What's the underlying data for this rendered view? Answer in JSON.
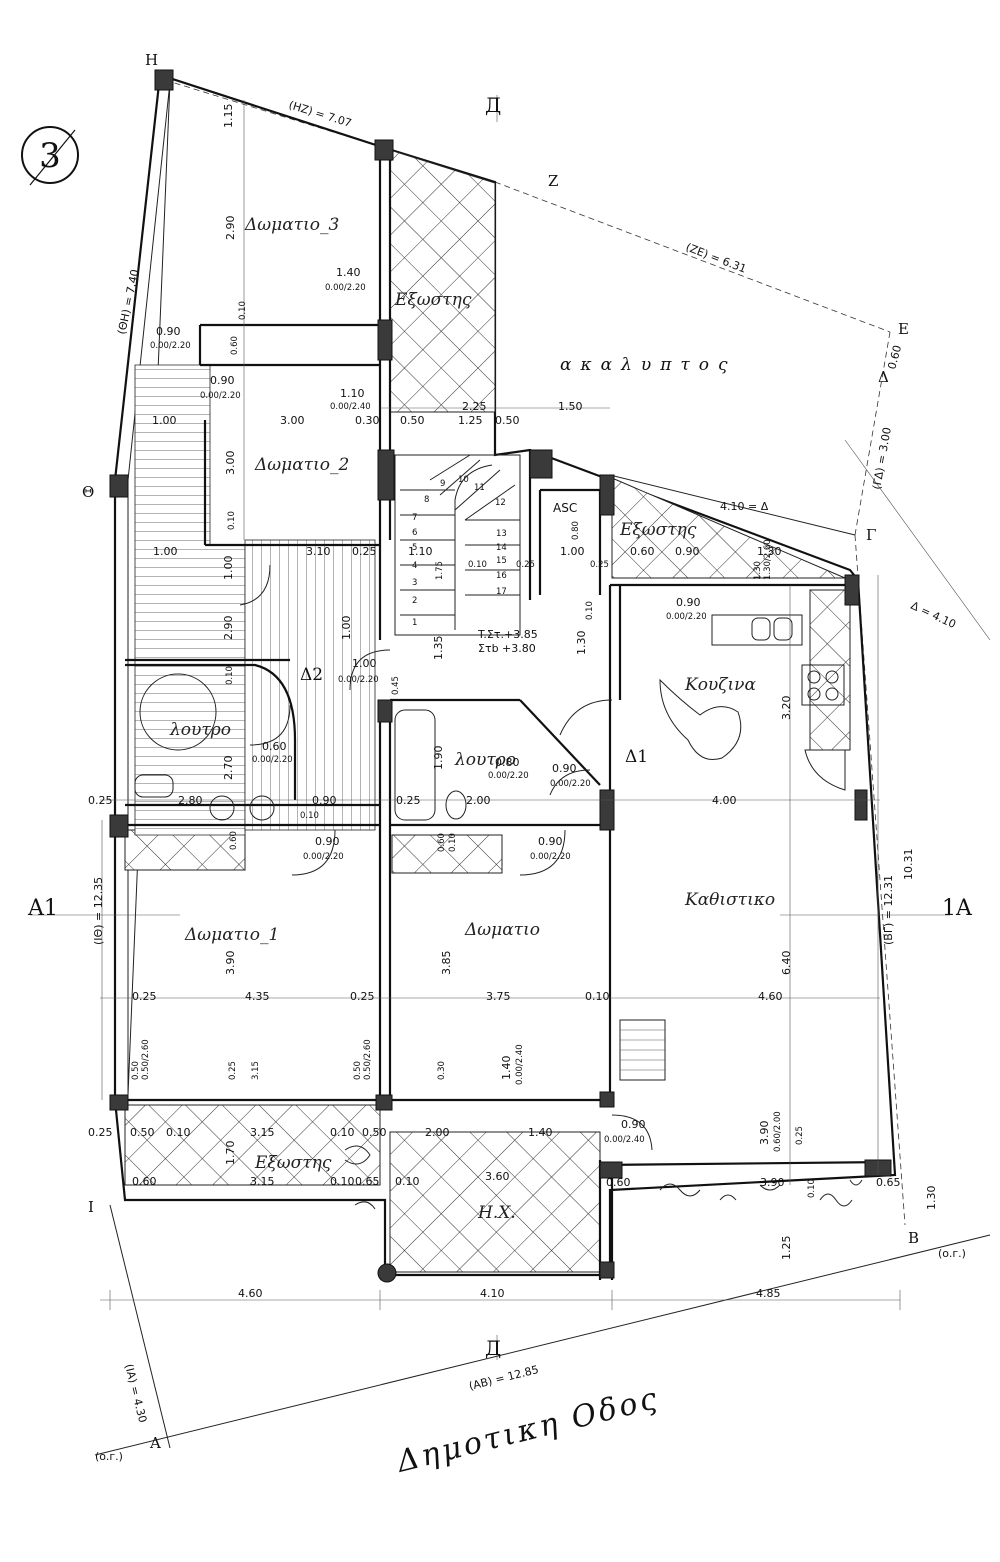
{
  "plan": {
    "sheet_number": "3",
    "street_name": "Δημοτικη Οδος",
    "open_area_label": "ακαλυπτος",
    "points": {
      "H": "H",
      "Z": "Z",
      "E": "E",
      "Delta": "Δ",
      "Gamma": "Γ",
      "B": "B",
      "A": "A",
      "I": "I",
      "Theta": "Θ",
      "oga_left": "(o.г.)",
      "oga_right": "(o.г.)"
    },
    "section_marks": {
      "A1_left": "A1",
      "A1_right": "1A",
      "D_top": "Д",
      "D_bottom": "Д"
    },
    "boundary_labels": {
      "HZ": "(HZ) = 7.07",
      "ZE": "(ZE) = 6.31",
      "ThetaH": "(ΘH) = 7.40",
      "GD": "(ΓΔ) = 3.00",
      "ED": "0.60",
      "IDelta": "(IΘ) = 12.35",
      "BG": "(BΓ) = 12.31",
      "AB": "(AB) = 12.85",
      "IA": "(IA) = 4.30",
      "D410_top": "4.10 = Δ",
      "D410_right": "Δ = 4.10",
      "B_offset": "1.30"
    },
    "rooms": [
      {
        "name": "Δωματιο_3"
      },
      {
        "name": "Δωματιο_2"
      },
      {
        "name": "Δωματιο_1"
      },
      {
        "name": "Δωματιο"
      },
      {
        "name": "λουτρο"
      },
      {
        "name": "λουτρο"
      },
      {
        "name": "Κουζινα"
      },
      {
        "name": "Καθιστικο"
      },
      {
        "name": "Εξωστης"
      },
      {
        "name": "Εξωστης"
      },
      {
        "name": "Εξωστης"
      },
      {
        "name": "H.X."
      },
      {
        "name": "ASC"
      },
      {
        "name": "Δ2"
      },
      {
        "name": "Δ1"
      }
    ],
    "level_marks": {
      "line1": "T.Στ.+3.85",
      "line2": "Στb +3.80"
    },
    "stair_steps": [
      "1",
      "2",
      "3",
      "4",
      "5",
      "6",
      "7",
      "8",
      "9",
      "10",
      "11",
      "12",
      "13",
      "14",
      "15",
      "16",
      "17"
    ],
    "dimensions": {
      "d_115": "1.15",
      "d_290": "2.90",
      "d_140a": "1.40",
      "d_000_220a": "0.00/2.20",
      "d_010a": "0.10",
      "d_090a": "0.90",
      "d_000_220b": "0.00/2.20",
      "d_060a": "0.60",
      "d_090b": "0.90",
      "d_000_220c": "0.00/2.20",
      "d_110a": "1.10",
      "d_000_240a": "0.00/2.40",
      "d_100a": "1.00",
      "d_300a": "3.00",
      "d_030a": "0.30",
      "d_050a": "0.50",
      "d_125a": "1.25",
      "d_050b": "0.50",
      "d_225": "2.25",
      "d_150": "1.50",
      "d_300b": "3.00",
      "d_010b": "0.10",
      "d_100b": "1.00",
      "d_310": "3.10",
      "d_025a": "0.25",
      "d_110b": "1.10",
      "d_010c": "0.10",
      "d_025b": "0.25",
      "d_100c": "1.00",
      "d_025c": "0.25",
      "d_175": "1.75",
      "d_080a": "0.80",
      "d_100d": "1.00",
      "d_060b": "0.60",
      "d_090c": "0.90",
      "d_130a": "1.30",
      "d_130_260": "1.30/2.60",
      "d_130b": "1.30",
      "d_090d": "0.90",
      "d_000_220d": "0.00/2.20",
      "d_010d": "0.10",
      "d_130c": "1.30",
      "d_135": "1.35",
      "d_100e": "1.00",
      "d_000_220e": "0.00/2.20",
      "d_290b": "2.90",
      "d_100f": "1.00",
      "d_010e": "0.10",
      "d_045": "0.45",
      "d_320": "3.20",
      "d_060c": "0.60",
      "d_000_220f": "0.00/2.20",
      "d_270": "2.70",
      "d_190": "1.90",
      "d_090e": "0.90",
      "d_000_220g": "0.00/2.20",
      "d_080b": "0.80",
      "d_000_220h": "0.00/2.20",
      "d_200": "2.00",
      "d_025d": "0.25",
      "d_280": "2.80",
      "d_090f": "0.90",
      "d_025e": "0.25",
      "d_010f": "0.10",
      "d_400": "4.00",
      "d_060d": "0.60",
      "d_090g": "0.90",
      "d_000_220i": "0.00/2.20",
      "d_060e": "0.60",
      "d_010g": "0.10",
      "d_090h": "0.90",
      "d_000_220j": "0.00/2.20",
      "d_025f": "0.25",
      "d_435": "4.35",
      "d_025g": "0.25",
      "d_375": "3.75",
      "d_010h": "0.10",
      "d_460a": "4.60",
      "d_390a": "3.90",
      "d_385": "3.85",
      "d_640": "6.40",
      "d_1031": "10.31",
      "d_050c": "0.50",
      "d_050_260a": "0.50/2.60",
      "d_025h": "0.25",
      "d_315a": "3.15",
      "d_050d": "0.50",
      "d_050_260b": "0.50/2.60",
      "d_030b": "0.30",
      "d_140b": "1.40",
      "d_000_240b": "0.00/2.40",
      "d_025i": "0.25",
      "d_050e": "0.50",
      "d_010i": "0.10",
      "d_315b": "3.15",
      "d_010j": "0.10",
      "d_050f": "0.50",
      "d_200b": "2.00",
      "d_140c": "1.40",
      "d_090i": "0.90",
      "d_000_240c": "0.00/2.40",
      "d_390b": "3.90",
      "d_060_200": "0.60/2.00",
      "d_025j": "0.25",
      "d_170": "1.70",
      "d_060f": "0.60",
      "d_315c": "3.15",
      "d_010k": "0.10",
      "d_065a": "0.65",
      "d_010l": "0.10",
      "d_360": "3.60",
      "d_060g": "0.60",
      "d_390c": "3.90",
      "d_010m": "0.10",
      "d_065b": "0.65",
      "d_125b": "1.25",
      "d_460b": "4.60",
      "d_410": "4.10",
      "d_485": "4.85"
    }
  }
}
